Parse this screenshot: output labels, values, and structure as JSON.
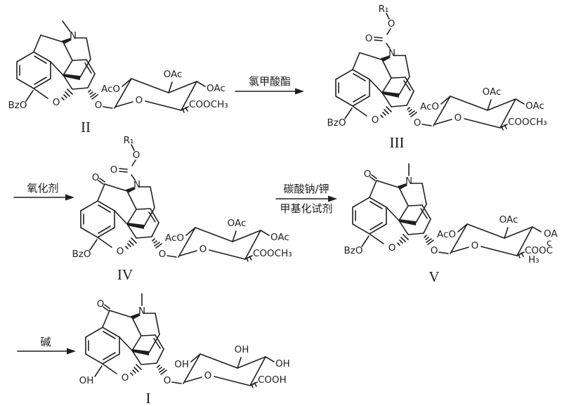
{
  "background": "#ffffff",
  "ink": "#1f1f1f",
  "scheme": {
    "compound_sequence": [
      "II",
      "III",
      "IV",
      "V",
      "I"
    ],
    "arrows": [
      {
        "labels": [
          "氯甲酸酯"
        ]
      },
      {
        "labels": [
          "氧化剂"
        ]
      },
      {
        "labels": [
          "碳酸钠/钾",
          "甲基化试剂"
        ]
      },
      {
        "labels": [
          "碱"
        ]
      }
    ],
    "structures": [
      {
        "caption": "II",
        "labels": {
          "n": "N",
          "furan_o": "O",
          "glycosidic_o": "O",
          "phenol": "BzO",
          "ring_o": "O",
          "sugar_left": "AcO",
          "sugar_top": "OAc",
          "sugar_right": "OAc",
          "sugar_acid": "COOCH₃"
        }
      },
      {
        "caption": "III",
        "labels": {
          "n": "N",
          "furan_o": "O",
          "glycosidic_o": "O",
          "phenol": "BzO",
          "r1": "R₁",
          "ester_o": "O",
          "carbonyl_o": "O",
          "ring_o": "O",
          "sugar_left": "AcO",
          "sugar_top": "OAc",
          "sugar_right": "OAc",
          "sugar_acid": "COOCH₃"
        }
      },
      {
        "caption": "IV",
        "labels": {
          "n": "N",
          "furan_o": "O",
          "glycosidic_o": "O",
          "phenol": "BzO",
          "r1": "R₁",
          "ester_o": "O",
          "carbonyl_o": "O",
          "ketone_o": "O",
          "ring_o": "O",
          "sugar_left": "AcO",
          "sugar_top": "OAc",
          "sugar_right": "OAc",
          "sugar_acid": "COOCH₃"
        }
      },
      {
        "caption": "V",
        "labels": {
          "n": "N",
          "furan_o": "O",
          "glycosidic_o": "O",
          "phenol": "BzO",
          "ketone_o": "O",
          "ring_o": "O",
          "sugar_left": "AcO",
          "sugar_top": "OAc",
          "sugar_right_l1": "OA",
          "sugar_right_l2": "c",
          "sugar_acid_l1": "COOC",
          "sugar_acid_l2": "H₃"
        }
      },
      {
        "caption": "I",
        "labels": {
          "n": "N",
          "furan_o": "O",
          "glycosidic_o": "O",
          "phenol": "OH",
          "ketone_o": "O",
          "ring_o": "O",
          "sugar_left": "OH",
          "sugar_top": "OH",
          "sugar_right": "OH",
          "sugar_acid": "COOH"
        }
      }
    ]
  }
}
